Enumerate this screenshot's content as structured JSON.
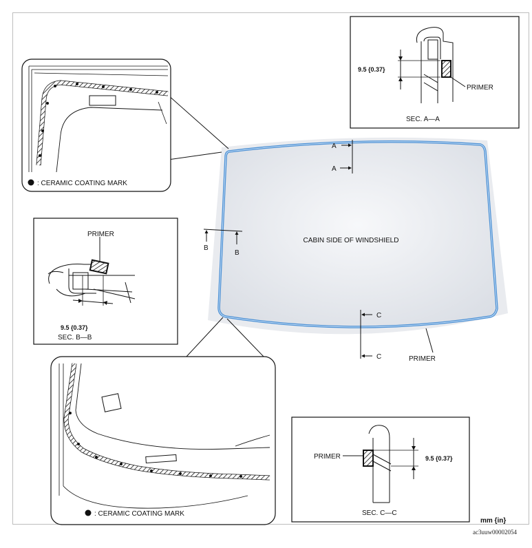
{
  "center_label": "CABIN SIDE OF WINDSHIELD",
  "primer_label": "PRIMER",
  "legend_top": ": CERAMIC COATING MARK",
  "legend_bottom": ": CERAMIC COATING MARK",
  "sec_a": {
    "title": "SEC. A—A",
    "dim": "9.5 {0.37}",
    "primer": "PRIMER"
  },
  "sec_b": {
    "title": "SEC. B—B",
    "dim": "9.5 {0.37}",
    "primer": "PRIMER"
  },
  "sec_c": {
    "title": "SEC. C—C",
    "dim": "9.5 {0.37}",
    "primer": "PRIMER"
  },
  "markers": {
    "a1": "A",
    "a2": "A",
    "b1": "B",
    "b2": "B",
    "c1": "C",
    "c2": "C"
  },
  "unit": "mm {in}",
  "image_code": "ac3uuw00002054",
  "colors": {
    "primer_line": "#4a8fd4",
    "glass": "#dfe3ea",
    "glass_edge": "#eceef2"
  }
}
